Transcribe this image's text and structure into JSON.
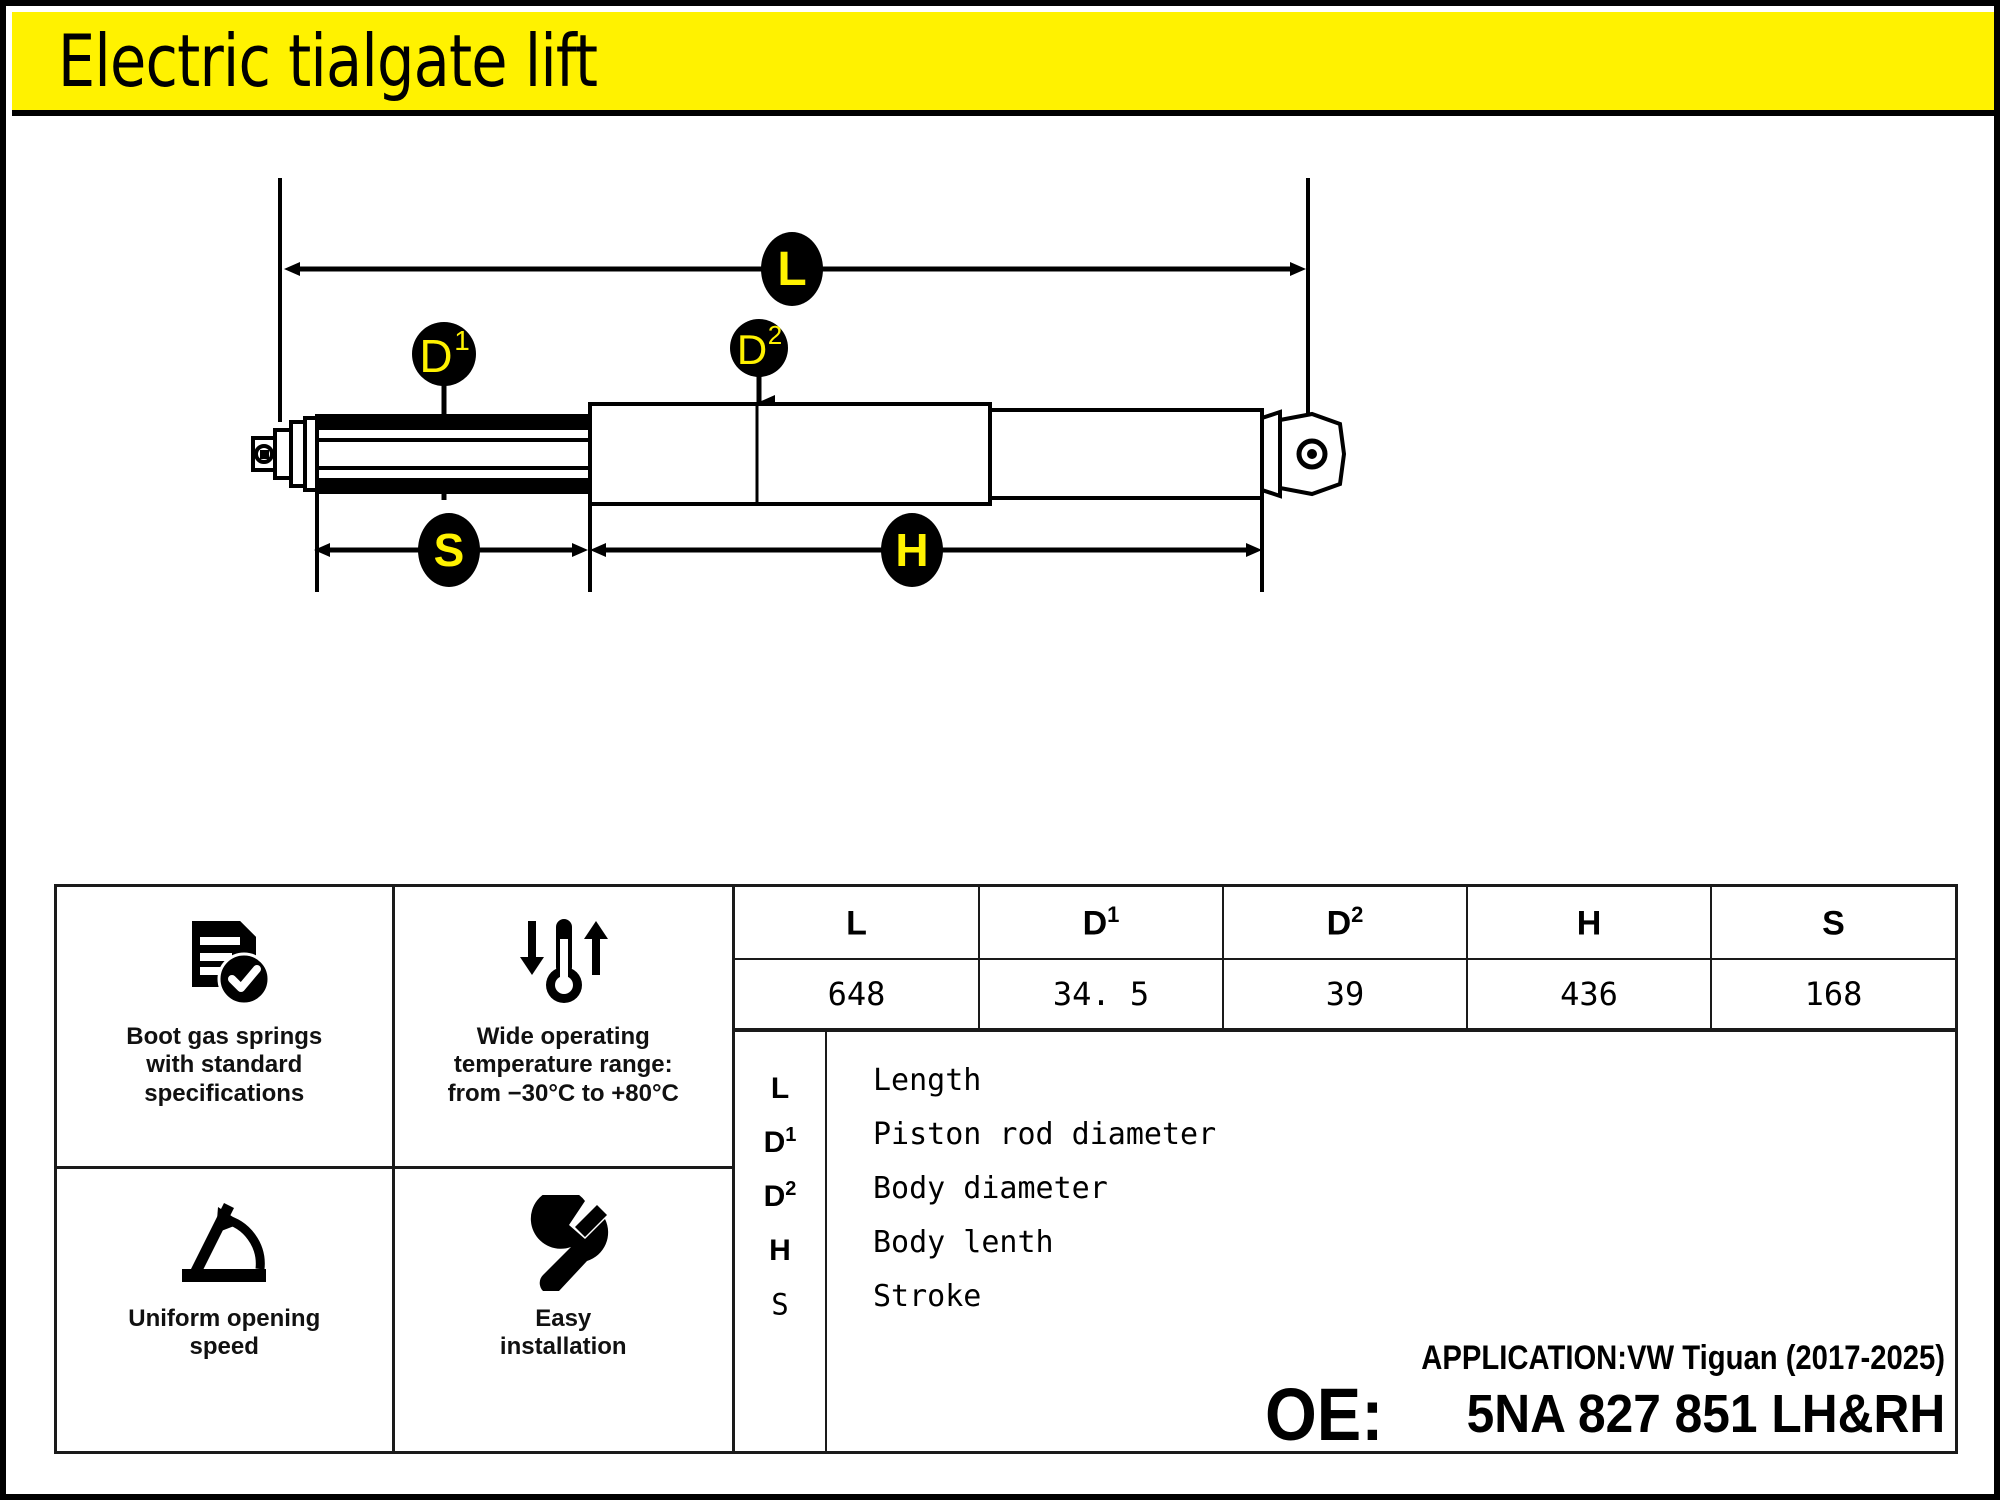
{
  "header": {
    "title": "Electric tialgate lift",
    "banner_color": "#FFF200"
  },
  "diagram": {
    "badges": {
      "L": "L",
      "D1": "D",
      "D1_sup": "1",
      "D2": "D",
      "D2_sup": "2",
      "S": "S",
      "H": "H"
    },
    "badge_text_color": "#FFF200",
    "badge_fill_color": "#000000"
  },
  "features": [
    {
      "icon": "document-check-icon",
      "label": "Boot gas springs\nwith standard\nspecifications"
    },
    {
      "icon": "thermometer-range-icon",
      "label": "Wide operating\ntemperature range:\nfrom −30°C to +80°C"
    },
    {
      "icon": "opening-angle-icon",
      "label": "Uniform opening\nspeed"
    },
    {
      "icon": "wrench-icon",
      "label": "Easy\ninstallation"
    }
  ],
  "spec_table": {
    "headers": [
      {
        "symbol": "L",
        "sup": ""
      },
      {
        "symbol": "D",
        "sup": "1"
      },
      {
        "symbol": "D",
        "sup": "2"
      },
      {
        "symbol": "H",
        "sup": ""
      },
      {
        "symbol": "S",
        "sup": ""
      }
    ],
    "values": [
      "648",
      "34. 5",
      "39",
      "436",
      "168"
    ]
  },
  "legend": [
    {
      "key": "L",
      "sup": "",
      "definition": "Length"
    },
    {
      "key": "D",
      "sup": "1",
      "definition": "Piston rod diameter"
    },
    {
      "key": "D",
      "sup": "2",
      "definition": "Body diameter"
    },
    {
      "key": "H",
      "sup": "",
      "definition": "Body lenth"
    },
    {
      "key": "S",
      "sup": "",
      "definition": "Stroke"
    }
  ],
  "application": {
    "text": "APPLICATION:VW Tiguan (2017-2025)",
    "oe_label": "OE:",
    "oe_value": "5NA 827 851 LH&RH"
  }
}
